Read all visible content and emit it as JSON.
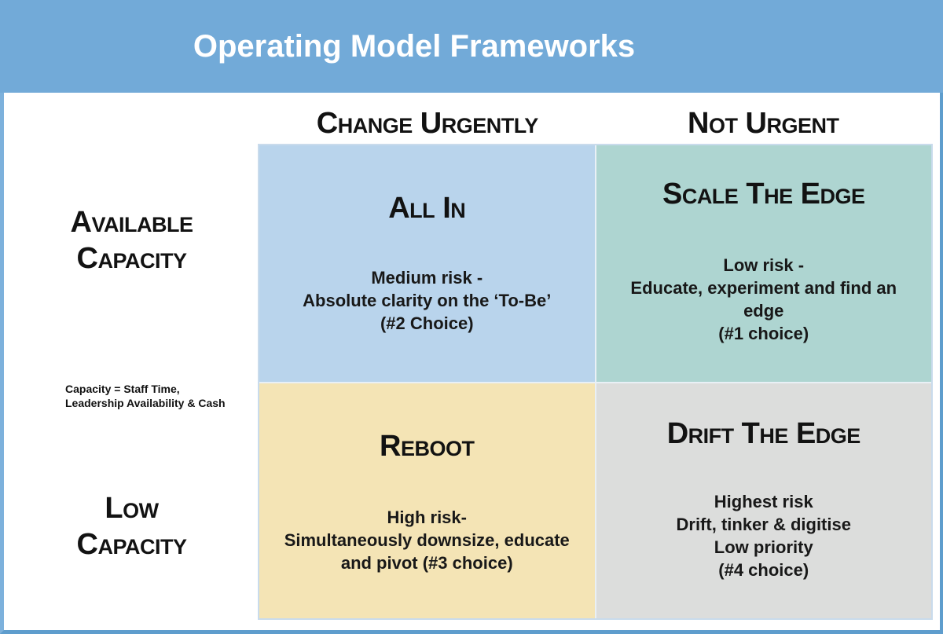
{
  "title": "Operating Model Frameworks",
  "theme": {
    "header_bg": "#72aad8",
    "header_text": "#ffffff",
    "page_border": "#5e9dcd",
    "grid_line": "#c9dbec",
    "text": "#121212"
  },
  "matrix": {
    "column_headers": [
      "Change Urgently",
      "Not Urgent"
    ],
    "row_headers": [
      "Available\nCapacity",
      "Low\nCapacity"
    ],
    "capacity_note": "Capacity = Staff Time,\nLeadership Availability & Cash",
    "quadrants": [
      {
        "id": "all-in",
        "title": "All In",
        "body": "Medium risk -\nAbsolute clarity on the ‘To-Be’\n(#2 Choice)",
        "bg_color": "#b9d4ec"
      },
      {
        "id": "scale-the-edge",
        "title": "Scale The Edge",
        "body": "Low risk -\nEducate, experiment and find an\nedge\n(#1 choice)",
        "bg_color": "#aed5d1"
      },
      {
        "id": "reboot",
        "title": "Reboot",
        "body": "High risk-\nSimultaneously downsize, educate\nand pivot (#3 choice)",
        "bg_color": "#f4e4b5"
      },
      {
        "id": "drift-the-edge",
        "title": "Drift The Edge",
        "body": "Highest risk\nDrift, tinker & digitise\nLow priority\n(#4 choice)",
        "bg_color": "#dcdddc"
      }
    ]
  }
}
